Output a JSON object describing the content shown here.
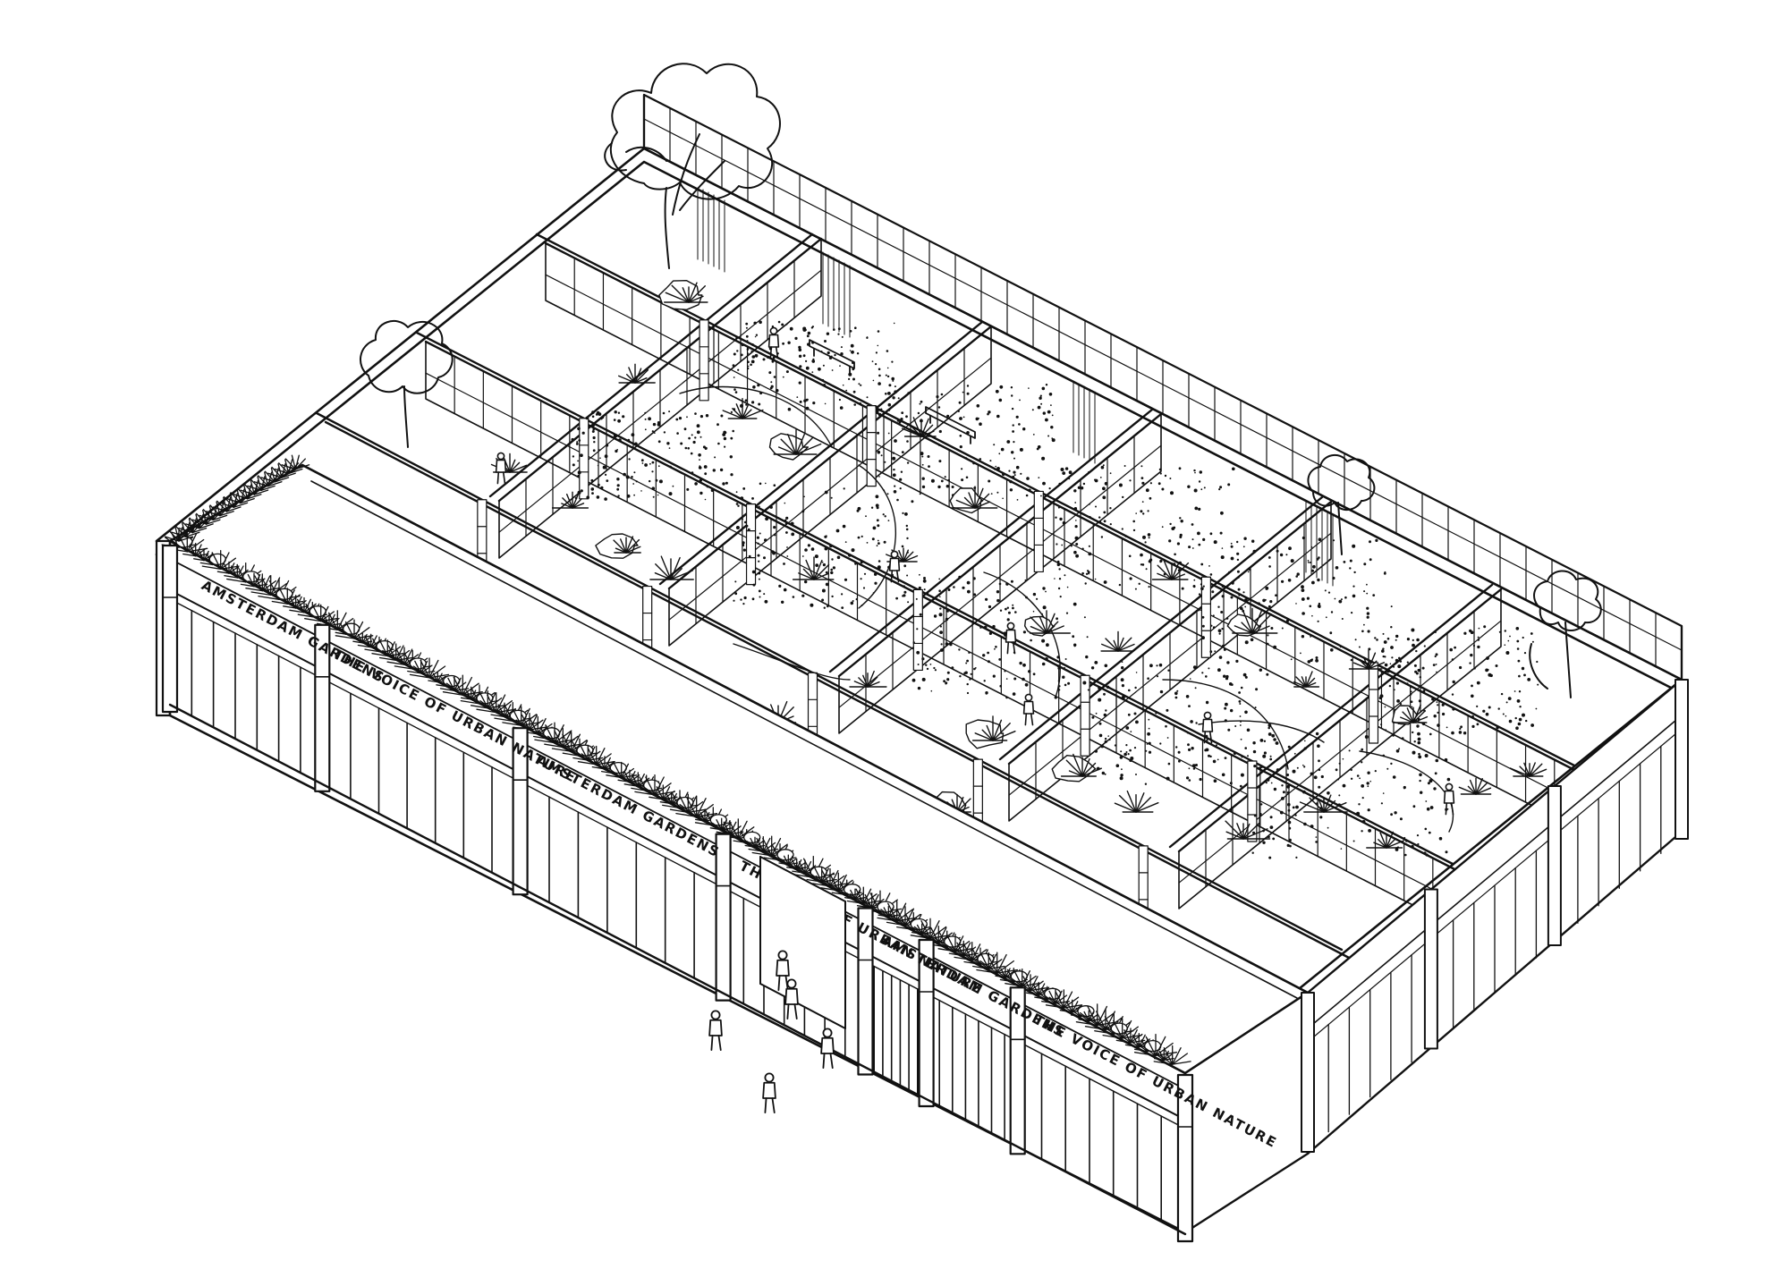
{
  "colors": {
    "ink": "#111111",
    "paper": "#ffffff"
  },
  "facade_signs": [
    {
      "text": "AMSTERDAM GARDENS"
    },
    {
      "text": "THE VOICE OF URBAN NATURE"
    },
    {
      "text": "AMSTERDAM GARDENS"
    },
    {
      "text": "THE VOICE OF URBAN NATURE"
    },
    {
      "text": "AMSTERDAM GARDENS"
    },
    {
      "text": "THE VOICE OF URBAN NATURE"
    }
  ]
}
